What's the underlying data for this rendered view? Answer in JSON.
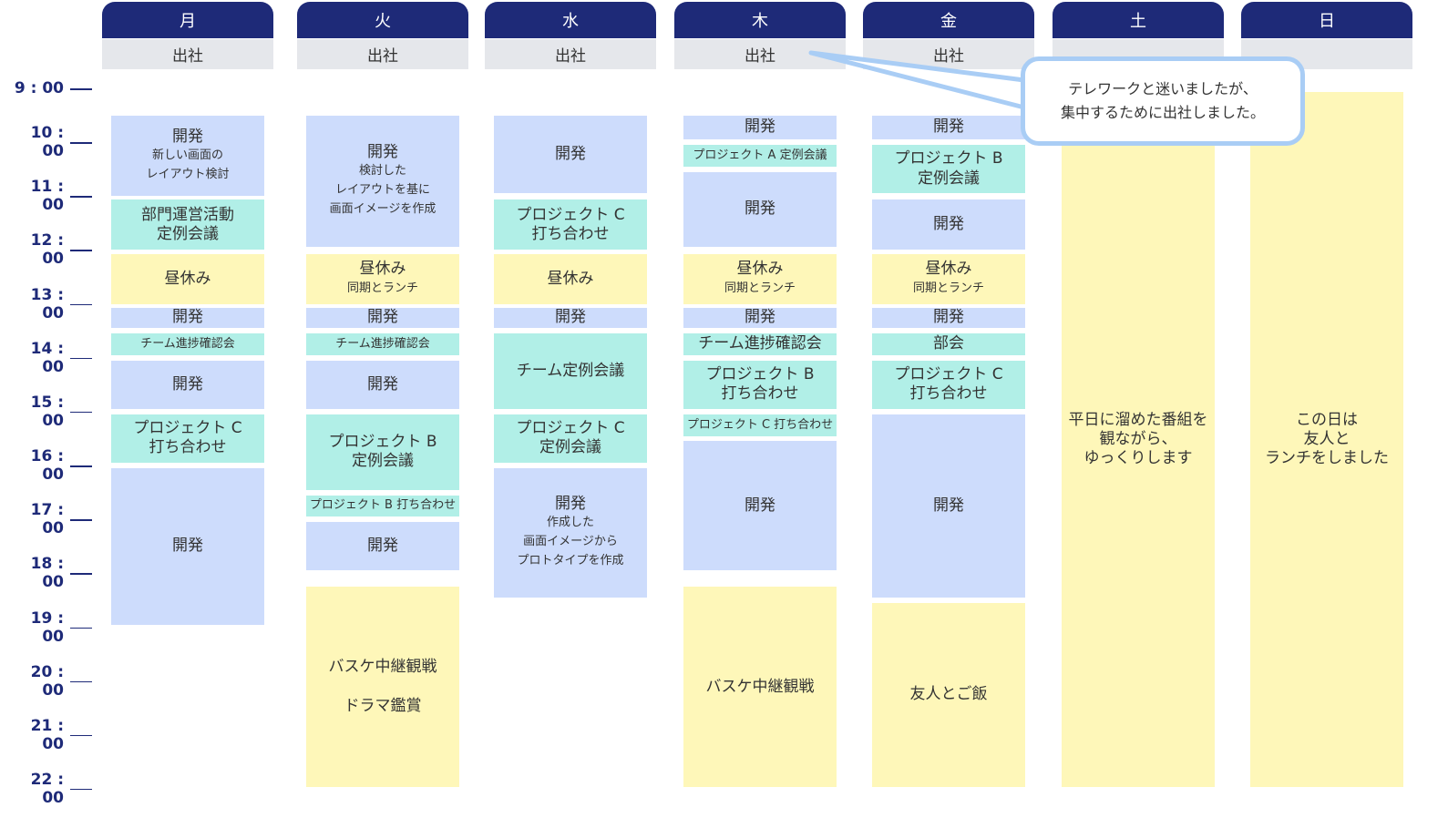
{
  "hours": [
    "9 : 00",
    "10 : 00",
    "11 : 00",
    "12 : 00",
    "13 : 00",
    "14 : 00",
    "15 : 00",
    "16 : 00",
    "17 : 00",
    "18 : 00",
    "19 : 00",
    "20 : 00",
    "21 : 00",
    "22 : 00"
  ],
  "colors": {
    "header": "#1e2a78",
    "work": "#cddcfc",
    "meeting": "#b1efe7",
    "private": "#fef7b9"
  },
  "days": [
    {
      "name": "月",
      "status": "出社",
      "events": [
        {
          "start": 9.5,
          "end": 11,
          "kind": "blue",
          "title": "開発",
          "sub": "新しい画面の\nレイアウト検討"
        },
        {
          "start": 11.07,
          "end": 12,
          "kind": "teal",
          "title": "部門運営活動\n定例会議"
        },
        {
          "start": 12.08,
          "end": 13,
          "kind": "yellow",
          "title": "昼休み"
        },
        {
          "start": 13.07,
          "end": 13.45,
          "kind": "blue",
          "title": "開発"
        },
        {
          "start": 13.55,
          "end": 13.95,
          "kind": "teal",
          "title": "チーム進捗確認会",
          "small": true
        },
        {
          "start": 14.05,
          "end": 14.95,
          "kind": "blue",
          "title": "開発"
        },
        {
          "start": 15.05,
          "end": 15.95,
          "kind": "teal",
          "title": "プロジェクト C\n打ち合わせ"
        },
        {
          "start": 16.05,
          "end": 18.95,
          "kind": "blue",
          "title": "開発"
        }
      ]
    },
    {
      "name": "火",
      "status": "出社",
      "events": [
        {
          "start": 9.5,
          "end": 11.95,
          "kind": "blue",
          "title": "開発",
          "sub": "検討した\nレイアウトを基に\n画面イメージを作成"
        },
        {
          "start": 12.08,
          "end": 13,
          "kind": "yellow",
          "title": "昼休み",
          "sub": "同期とランチ"
        },
        {
          "start": 13.07,
          "end": 13.45,
          "kind": "blue",
          "title": "開発"
        },
        {
          "start": 13.55,
          "end": 13.95,
          "kind": "teal",
          "title": "チーム進捗確認会",
          "small": true
        },
        {
          "start": 14.05,
          "end": 14.95,
          "kind": "blue",
          "title": "開発"
        },
        {
          "start": 15.05,
          "end": 16.45,
          "kind": "teal",
          "title": "プロジェクト B\n定例会議"
        },
        {
          "start": 16.55,
          "end": 16.95,
          "kind": "teal",
          "title": "プロジェクト B 打ち合わせ",
          "small": true
        },
        {
          "start": 17.05,
          "end": 17.95,
          "kind": "blue",
          "title": "開発"
        },
        {
          "start": 18.25,
          "end": 21.97,
          "kind": "yellow",
          "title": "バスケ中継観戦\n\nドラマ鑑賞"
        }
      ]
    },
    {
      "name": "水",
      "status": "出社",
      "events": [
        {
          "start": 9.5,
          "end": 10.95,
          "kind": "blue",
          "title": "開発"
        },
        {
          "start": 11.07,
          "end": 12,
          "kind": "teal",
          "title": "プロジェクト C\n打ち合わせ"
        },
        {
          "start": 12.08,
          "end": 13,
          "kind": "yellow",
          "title": "昼休み"
        },
        {
          "start": 13.07,
          "end": 13.45,
          "kind": "blue",
          "title": "開発"
        },
        {
          "start": 13.55,
          "end": 14.95,
          "kind": "teal",
          "title": "チーム定例会議"
        },
        {
          "start": 15.05,
          "end": 15.95,
          "kind": "teal",
          "title": "プロジェクト C\n定例会議"
        },
        {
          "start": 16.05,
          "end": 18.45,
          "kind": "blue",
          "title": "開発",
          "sub": "作成した\n画面イメージから\nプロトタイプを作成"
        }
      ]
    },
    {
      "name": "木",
      "status": "出社",
      "events": [
        {
          "start": 9.5,
          "end": 9.95,
          "kind": "blue",
          "title": "開発"
        },
        {
          "start": 10.05,
          "end": 10.45,
          "kind": "teal",
          "title": "プロジェクト A 定例会議",
          "small": true
        },
        {
          "start": 10.55,
          "end": 11.95,
          "kind": "blue",
          "title": "開発"
        },
        {
          "start": 12.08,
          "end": 13,
          "kind": "yellow",
          "title": "昼休み",
          "sub": "同期とランチ"
        },
        {
          "start": 13.07,
          "end": 13.45,
          "kind": "blue",
          "title": "開発"
        },
        {
          "start": 13.55,
          "end": 13.95,
          "kind": "teal",
          "title": "チーム進捗確認会"
        },
        {
          "start": 14.05,
          "end": 14.95,
          "kind": "teal",
          "title": "プロジェクト B\n打ち合わせ"
        },
        {
          "start": 15.05,
          "end": 15.45,
          "kind": "teal",
          "title": "プロジェクト C 打ち合わせ",
          "small": true
        },
        {
          "start": 15.55,
          "end": 17.95,
          "kind": "blue",
          "title": "開発"
        },
        {
          "start": 18.25,
          "end": 21.97,
          "kind": "yellow",
          "title": "バスケ中継観戦"
        }
      ]
    },
    {
      "name": "金",
      "status": "出社",
      "events": [
        {
          "start": 9.5,
          "end": 9.95,
          "kind": "blue",
          "title": "開発"
        },
        {
          "start": 10.05,
          "end": 10.95,
          "kind": "teal",
          "title": "プロジェクト B\n定例会議"
        },
        {
          "start": 11.07,
          "end": 12,
          "kind": "blue",
          "title": "開発"
        },
        {
          "start": 12.08,
          "end": 13,
          "kind": "yellow",
          "title": "昼休み",
          "sub": "同期とランチ"
        },
        {
          "start": 13.07,
          "end": 13.45,
          "kind": "blue",
          "title": "開発"
        },
        {
          "start": 13.55,
          "end": 13.95,
          "kind": "teal",
          "title": "部会"
        },
        {
          "start": 14.05,
          "end": 14.95,
          "kind": "teal",
          "title": "プロジェクト C\n打ち合わせ"
        },
        {
          "start": 15.05,
          "end": 18.45,
          "kind": "blue",
          "title": "開発"
        },
        {
          "start": 18.55,
          "end": 21.97,
          "kind": "yellow",
          "title": "友人とご飯"
        }
      ]
    },
    {
      "name": "土",
      "status": "",
      "events": [
        {
          "start": 9.07,
          "end": 21.97,
          "kind": "yellow",
          "title": "平日に溜めた番組を\n観ながら、\nゆっくりします"
        }
      ]
    },
    {
      "name": "日",
      "status": "",
      "events": [
        {
          "start": 9.07,
          "end": 21.97,
          "kind": "yellow",
          "title": "この日は\n友人と\nランチをしました"
        }
      ]
    }
  ],
  "callout": {
    "line1": "テレワークと迷いましたが、",
    "line2": "集中するために出社しました。"
  }
}
